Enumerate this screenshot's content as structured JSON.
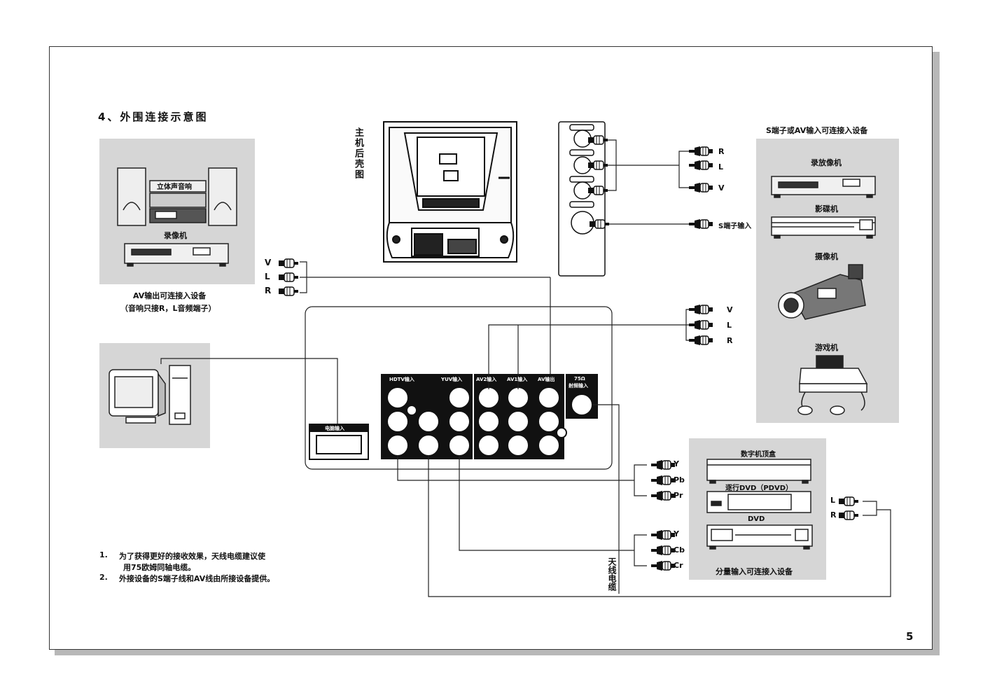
{
  "section_title": "4、外围连接示意图",
  "tv_rear_label": "主机后壳图",
  "av_output_devices": {
    "stereo": "立体声音响",
    "vcr": "录像机",
    "caption_line1": "AV输出可连接入设备",
    "caption_line2": "（音响只接R，L音频端子）"
  },
  "s_av_input_devices": {
    "title": "S端子或AV输入可连接入设备",
    "vcr": "录放像机",
    "vcd": "影碟机",
    "camcorder": "摄像机",
    "game": "游戏机"
  },
  "component_devices": {
    "set_top_box": "数字机顶盒",
    "progressive_dvd": "逐行DVD（PDVD）",
    "dvd": "DVD",
    "caption": "分量输入可连接入设备"
  },
  "side_panel_plugs": {
    "r": "R",
    "l": "L",
    "v": "V",
    "s_input": "S端子输入"
  },
  "av_out_plugs": {
    "v": "V",
    "l": "L",
    "r": "R"
  },
  "av_in_plugs": {
    "v": "V",
    "l": "L",
    "r": "R"
  },
  "hdtv_plugs": {
    "y": "Y",
    "pb": "Pb",
    "pr": "Pr"
  },
  "yuv_plugs": {
    "y": "Y",
    "cb": "Cb",
    "cr": "Cr"
  },
  "audio_plugs": {
    "l": "L",
    "r": "R"
  },
  "terminal_board": {
    "hdtv": "HDTV输入",
    "yuv": "YUV输入",
    "av2": "AV2输入",
    "av1": "AV1输入",
    "av_out": "AV输出",
    "rf_line1": "75Ω",
    "rf_line2": "射频输入",
    "pc_input": "电脑输入"
  },
  "antenna_label": "天线电缆",
  "notes": [
    {
      "num": "1.",
      "line1": "为了获得更好的接收效果，天线电缆建议使",
      "line2": "用75欧姆同轴电缆。"
    },
    {
      "num": "2.",
      "line1": "外接设备的S端子线和AV线由所接设备提供。",
      "line2": ""
    }
  ],
  "page_number": "5"
}
